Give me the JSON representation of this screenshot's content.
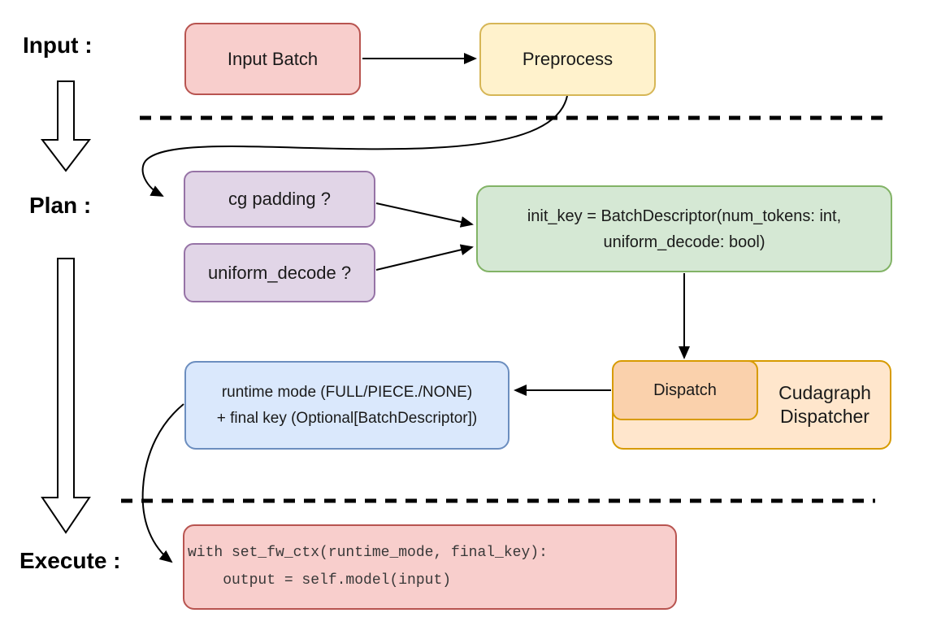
{
  "phases": {
    "input_label": "Input :",
    "plan_label": "Plan :",
    "execute_label": "Execute :"
  },
  "nodes": {
    "input_batch": {
      "label": "Input Batch"
    },
    "preprocess": {
      "label": "Preprocess"
    },
    "cg_padding": {
      "label": "cg padding ?"
    },
    "uniform_decode": {
      "label": "uniform_decode ?"
    },
    "init_key": {
      "line1": "init_key = BatchDescriptor(num_tokens: int,",
      "line2": "uniform_decode: bool)"
    },
    "dispatch": {
      "label": "Dispatch"
    },
    "cudagraph_dispatcher": {
      "line1": "Cudagraph",
      "line2": "Dispatcher"
    },
    "runtime_mode": {
      "line1": "runtime mode (FULL/PIECE./NONE)",
      "line2": "+ final key (Optional[BatchDescriptor])"
    },
    "execute_code": {
      "line1": "with set_fw_ctx(runtime_mode, final_key):",
      "line2": "    output = self.model(input)"
    }
  },
  "colors": {
    "red_fill": "#f8cecc",
    "red_border": "#b85450",
    "yellow_fill": "#fff2cc",
    "yellow_border": "#d6b656",
    "purple_fill": "#e1d5e7",
    "purple_border": "#9673a6",
    "green_fill": "#d5e8d4",
    "green_border": "#82b366",
    "orange_fill": "#ffe6cc",
    "orange_inner_fill": "#fad1ac",
    "orange_border": "#d79b00",
    "blue_fill": "#dae8fc",
    "blue_border": "#6c8ebf",
    "connector": "#000000"
  }
}
